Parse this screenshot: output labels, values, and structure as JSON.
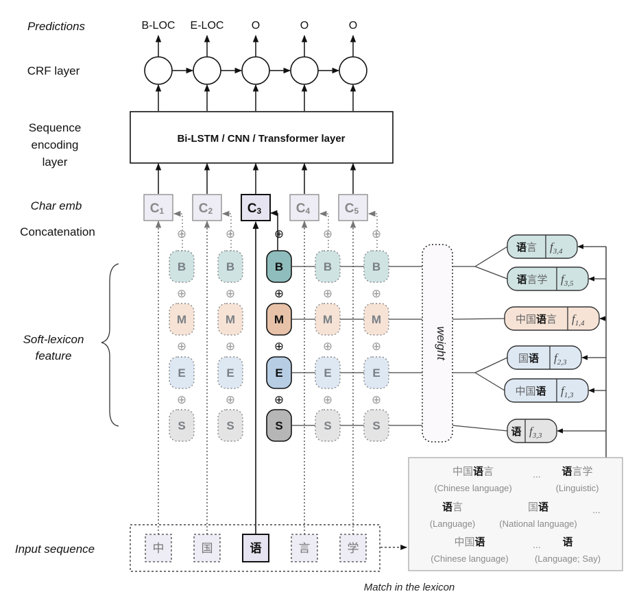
{
  "row_labels": {
    "predictions": "Predictions",
    "crf_layer": "CRF layer",
    "sequence_encoding": [
      "Sequence",
      "encoding",
      "layer"
    ],
    "char_emb": "Char emb",
    "concatenation": "Concatenation",
    "soft_lexicon": [
      "Soft-lexicon",
      "feature"
    ],
    "input_sequence": "Input sequence"
  },
  "predictions": [
    "B-LOC",
    "E-LOC",
    "O",
    "O",
    "O"
  ],
  "encoder_label": "Bi-LSTM / CNN / Transformer  layer",
  "char_embeddings": [
    {
      "letter": "C",
      "index": "1",
      "highlighted": false
    },
    {
      "letter": "C",
      "index": "2",
      "highlighted": false
    },
    {
      "letter": "C",
      "index": "3",
      "highlighted": true
    },
    {
      "letter": "C",
      "index": "4",
      "highlighted": false
    },
    {
      "letter": "C",
      "index": "5",
      "highlighted": false
    }
  ],
  "concat_symbol": "⊕",
  "segments": [
    {
      "label": "B",
      "color": "#cfe3e3",
      "active_color": "#8fbcbc"
    },
    {
      "label": "M",
      "color": "#f6e3d6",
      "active_color": "#e7c2a8"
    },
    {
      "label": "E",
      "color": "#dde8f3",
      "active_color": "#b6cde4"
    },
    {
      "label": "S",
      "color": "#e4e4e4",
      "active_color": "#b6b6b6"
    }
  ],
  "weight_label": "weight",
  "lexicon_words": [
    {
      "chars": [
        {
          "t": "语",
          "b": true
        },
        {
          "t": "言",
          "b": false
        }
      ],
      "f": "f",
      "sub": "3,4",
      "color": "#cfe3e3",
      "segment": "B"
    },
    {
      "chars": [
        {
          "t": "语",
          "b": true
        },
        {
          "t": "言学",
          "b": false
        }
      ],
      "f": "f",
      "sub": "3,5",
      "color": "#cfe3e3",
      "segment": "B"
    },
    {
      "chars": [
        {
          "t": "中国",
          "b": false
        },
        {
          "t": "语",
          "b": true
        },
        {
          "t": "言",
          "b": false
        }
      ],
      "f": "f",
      "sub": "1,4",
      "color": "#f6e3d6",
      "segment": "M"
    },
    {
      "chars": [
        {
          "t": "国",
          "b": false
        },
        {
          "t": "语",
          "b": true
        }
      ],
      "f": "f",
      "sub": "2,3",
      "color": "#dde8f3",
      "segment": "E"
    },
    {
      "chars": [
        {
          "t": "中国",
          "b": false
        },
        {
          "t": "语",
          "b": true
        }
      ],
      "f": "f",
      "sub": "1,3",
      "color": "#dde8f3",
      "segment": "E"
    },
    {
      "chars": [
        {
          "t": "语",
          "b": true
        }
      ],
      "f": "f",
      "sub": "3,3",
      "color": "#e4e4e4",
      "segment": "S"
    }
  ],
  "lexicon_box": {
    "rows": [
      [
        {
          "cn": [
            {
              "t": "中国",
              "b": false
            },
            {
              "t": "语",
              "b": true
            },
            {
              "t": "言",
              "b": false
            }
          ],
          "en": "(Chinese language)"
        },
        {
          "dots": "..."
        },
        {
          "cn": [
            {
              "t": "语",
              "b": true
            },
            {
              "t": "言学",
              "b": false
            }
          ],
          "en": "(Linguistic)"
        }
      ],
      [
        {
          "cn": [
            {
              "t": "语",
              "b": true
            },
            {
              "t": "言",
              "b": false
            }
          ],
          "en": "(Language)"
        },
        {
          "cn": [
            {
              "t": "国",
              "b": false
            },
            {
              "t": "语",
              "b": true
            }
          ],
          "en": "(National language)"
        },
        {
          "dots": "..."
        }
      ],
      [
        {
          "cn": [
            {
              "t": "中国",
              "b": false
            },
            {
              "t": "语",
              "b": true
            }
          ],
          "en": "(Chinese language)"
        },
        {
          "dots": "..."
        },
        {
          "cn": [
            {
              "t": "语",
              "b": true
            }
          ],
          "en": "(Language; Say)"
        }
      ]
    ]
  },
  "input_chars": [
    {
      "char": "中",
      "highlighted": false
    },
    {
      "char": "国",
      "highlighted": false
    },
    {
      "char": "语",
      "highlighted": true
    },
    {
      "char": "言",
      "highlighted": false
    },
    {
      "char": "学",
      "highlighted": false
    }
  ],
  "match_label": "Match in the lexicon"
}
